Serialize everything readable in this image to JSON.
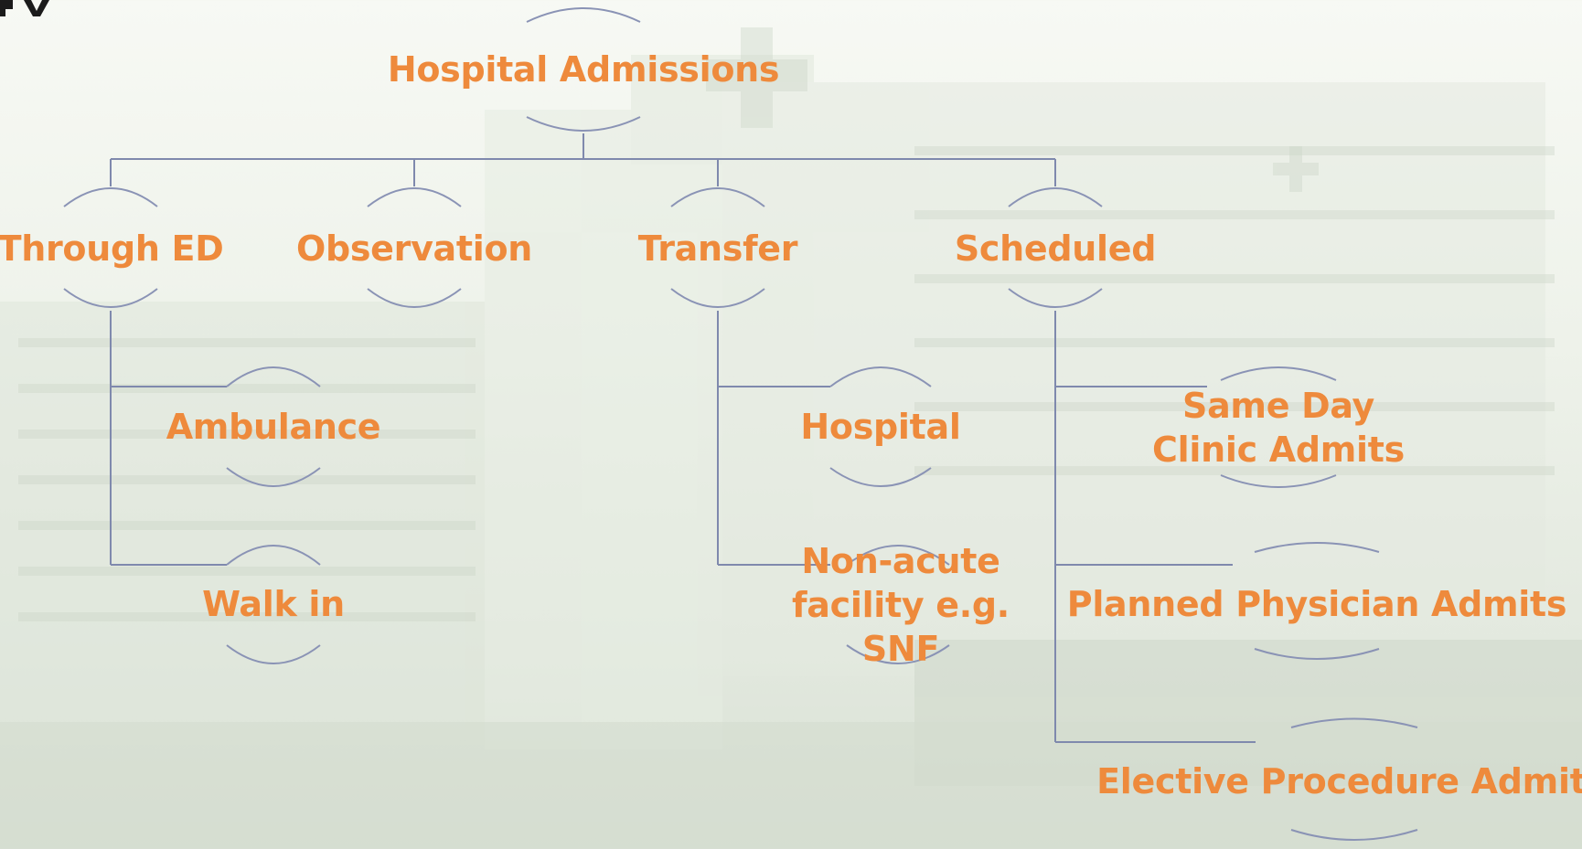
{
  "diagram": {
    "root": "Hospital Admissions",
    "categories": [
      {
        "label": "Through ED",
        "children": [
          "Ambulance",
          "Walk in"
        ]
      },
      {
        "label": "Observation",
        "children": []
      },
      {
        "label": "Transfer",
        "children": [
          "Hospital",
          "Non-acute facility e.g. SNF"
        ]
      },
      {
        "label": "Scheduled",
        "children": [
          "Same Day Clinic Admits",
          "Planned Physician Admits",
          "Elective Procedure Admits"
        ]
      }
    ]
  },
  "colors": {
    "node_text": "#ee8a3c",
    "connector": "#7f89ad",
    "arc": "#8a93b5"
  }
}
